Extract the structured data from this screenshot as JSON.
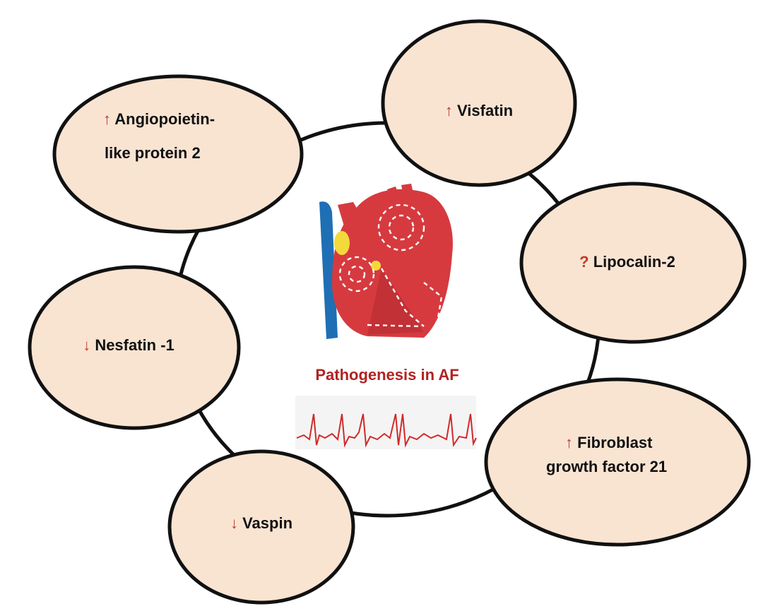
{
  "center": {
    "title": "Pathogenesis in AF",
    "title_color": "#b22222",
    "illustration": "heart-reentry-icon",
    "trace": "ecg-trace-icon"
  },
  "colors": {
    "node_fill": "#f9e4d2",
    "node_stroke": "#111111",
    "ring_stroke": "#111111",
    "arrow_color": "#c0392b",
    "heart_red": "#d63a3f",
    "heart_dark": "#b32a30",
    "vessel_blue": "#1f6fb5",
    "node_yellow": "#f4d93a"
  },
  "nodes": [
    {
      "id": "angiopoietin",
      "indicator": "↑",
      "lines": [
        "Angiopoietin-",
        "like protein 2"
      ]
    },
    {
      "id": "visfatin",
      "indicator": "↑",
      "lines": [
        "Visfatin"
      ]
    },
    {
      "id": "lipocalin",
      "indicator": "?",
      "lines": [
        "Lipocalin-2"
      ]
    },
    {
      "id": "fgf21",
      "indicator": "↑",
      "lines": [
        "Fibroblast",
        "growth factor 21"
      ]
    },
    {
      "id": "vaspin",
      "indicator": "↓",
      "lines": [
        "Vaspin"
      ]
    },
    {
      "id": "nesfatin",
      "indicator": "↓",
      "lines": [
        "Nesfatin -1"
      ]
    }
  ]
}
